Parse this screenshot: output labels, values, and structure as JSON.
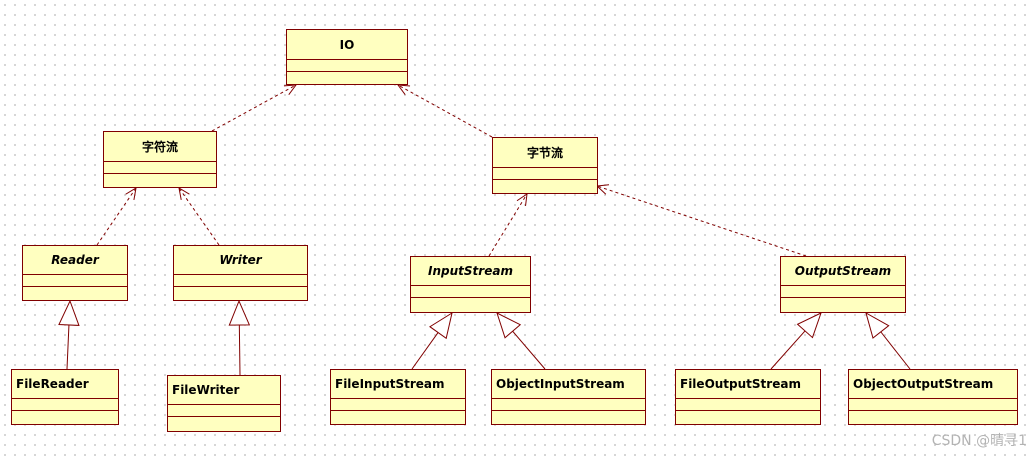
{
  "diagram": {
    "classes": [
      {
        "id": "io",
        "name": "IO",
        "abstract": false
      },
      {
        "id": "char-stream",
        "name": "字符流",
        "abstract": false
      },
      {
        "id": "byte-stream",
        "name": "字节流",
        "abstract": false
      },
      {
        "id": "reader",
        "name": "Reader",
        "abstract": true
      },
      {
        "id": "writer",
        "name": "Writer",
        "abstract": true
      },
      {
        "id": "input-stream",
        "name": "InputStream",
        "abstract": true
      },
      {
        "id": "output-stream",
        "name": "OutputStream",
        "abstract": true
      },
      {
        "id": "file-reader",
        "name": "FileReader",
        "abstract": false
      },
      {
        "id": "file-writer",
        "name": "FileWriter",
        "abstract": false
      },
      {
        "id": "file-input-stream",
        "name": "FileInputStream",
        "abstract": false
      },
      {
        "id": "object-input-stream",
        "name": "ObjectInputStream",
        "abstract": false
      },
      {
        "id": "file-output-stream",
        "name": "FileOutputStream",
        "abstract": false
      },
      {
        "id": "object-output-stream",
        "name": "ObjectOutputStream",
        "abstract": false
      }
    ],
    "relations": [
      {
        "type": "dependency",
        "from": "char-stream",
        "to": "io"
      },
      {
        "type": "dependency",
        "from": "byte-stream",
        "to": "io"
      },
      {
        "type": "dependency",
        "from": "reader",
        "to": "char-stream"
      },
      {
        "type": "dependency",
        "from": "writer",
        "to": "char-stream"
      },
      {
        "type": "dependency",
        "from": "input-stream",
        "to": "byte-stream"
      },
      {
        "type": "dependency",
        "from": "output-stream",
        "to": "byte-stream"
      },
      {
        "type": "generalization",
        "from": "file-reader",
        "to": "reader"
      },
      {
        "type": "generalization",
        "from": "file-writer",
        "to": "writer"
      },
      {
        "type": "generalization",
        "from": "file-input-stream",
        "to": "input-stream"
      },
      {
        "type": "generalization",
        "from": "object-input-stream",
        "to": "input-stream"
      },
      {
        "type": "generalization",
        "from": "file-output-stream",
        "to": "output-stream"
      },
      {
        "type": "generalization",
        "from": "object-output-stream",
        "to": "output-stream"
      }
    ],
    "colors": {
      "box_fill": "#ffffc0",
      "box_border": "#800000",
      "line": "#800000"
    }
  },
  "watermark": "CSDN @晴寻1"
}
